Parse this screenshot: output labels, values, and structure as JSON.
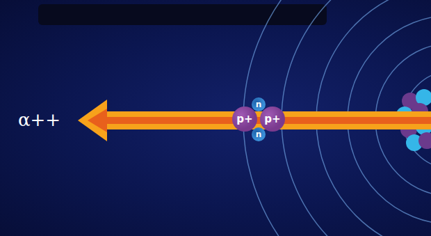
{
  "diagram": {
    "nodes": [
      {
        "text": [
          "n"
        ]
      },
      {
        "text": [
          "p+"
        ]
      },
      {
        "text": [
          "p+"
        ]
      },
      {
        "text": [
          "n"
        ]
      }
    ],
    "labels": [
      "α++"
    ]
  }
}
